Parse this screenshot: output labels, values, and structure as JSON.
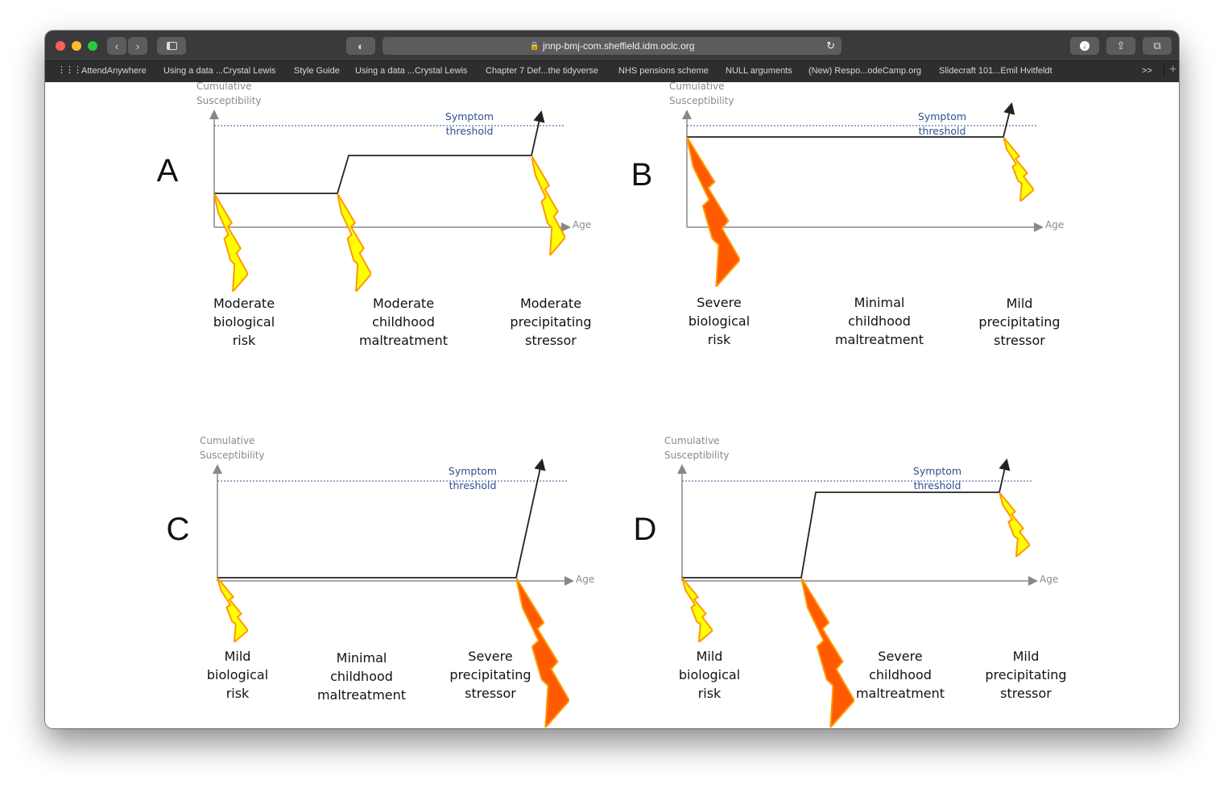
{
  "browser": {
    "url": "jnnp-bmj-com.sheffield.idm.oclc.org",
    "bookmarks": [
      "AttendAnywhere",
      "Using a data ...Crystal Lewis",
      "Style Guide",
      "Using a data ...Crystal Lewis",
      "Chapter 7 Def...the tidyverse",
      "NHS pensions scheme",
      "NULL arguments",
      "(New) Respo...odeCamp.org",
      "Slidecraft 101...Emil Hvitfeldt"
    ],
    "more": ">>",
    "new_tab": "+"
  },
  "axis": {
    "y_line1": "Cumulative",
    "y_line2": "Susceptibility",
    "x": "Age",
    "threshold_line1": "Symptom",
    "threshold_line2": "threshold"
  },
  "colors": {
    "moderate_bolt": "#ffff00",
    "severe_bolt": "#ff5a00",
    "bolt_outline": "#ff9900",
    "threshold": "#2f4f8f"
  },
  "panels": [
    {
      "letter": "A",
      "labels": [
        [
          "Moderate",
          "biological",
          "risk"
        ],
        [
          "Moderate",
          "childhood",
          "maltreatment"
        ],
        [
          "Moderate",
          "precipitating",
          "stressor"
        ]
      ]
    },
    {
      "letter": "B",
      "labels": [
        [
          "Severe",
          "biological",
          "risk"
        ],
        [
          "Minimal",
          "childhood",
          "maltreatment"
        ],
        [
          "Mild",
          "precipitating",
          "stressor"
        ]
      ]
    },
    {
      "letter": "C",
      "labels": [
        [
          "Mild",
          "biological",
          "risk"
        ],
        [
          "Minimal",
          "childhood",
          "maltreatment"
        ],
        [
          "Severe",
          "precipitating",
          "stressor"
        ]
      ]
    },
    {
      "letter": "D",
      "labels": [
        [
          "Mild",
          "biological",
          "risk"
        ],
        [
          "Severe",
          "childhood",
          "maltreatment"
        ],
        [
          "Mild",
          "precipitating",
          "stressor"
        ]
      ]
    }
  ]
}
